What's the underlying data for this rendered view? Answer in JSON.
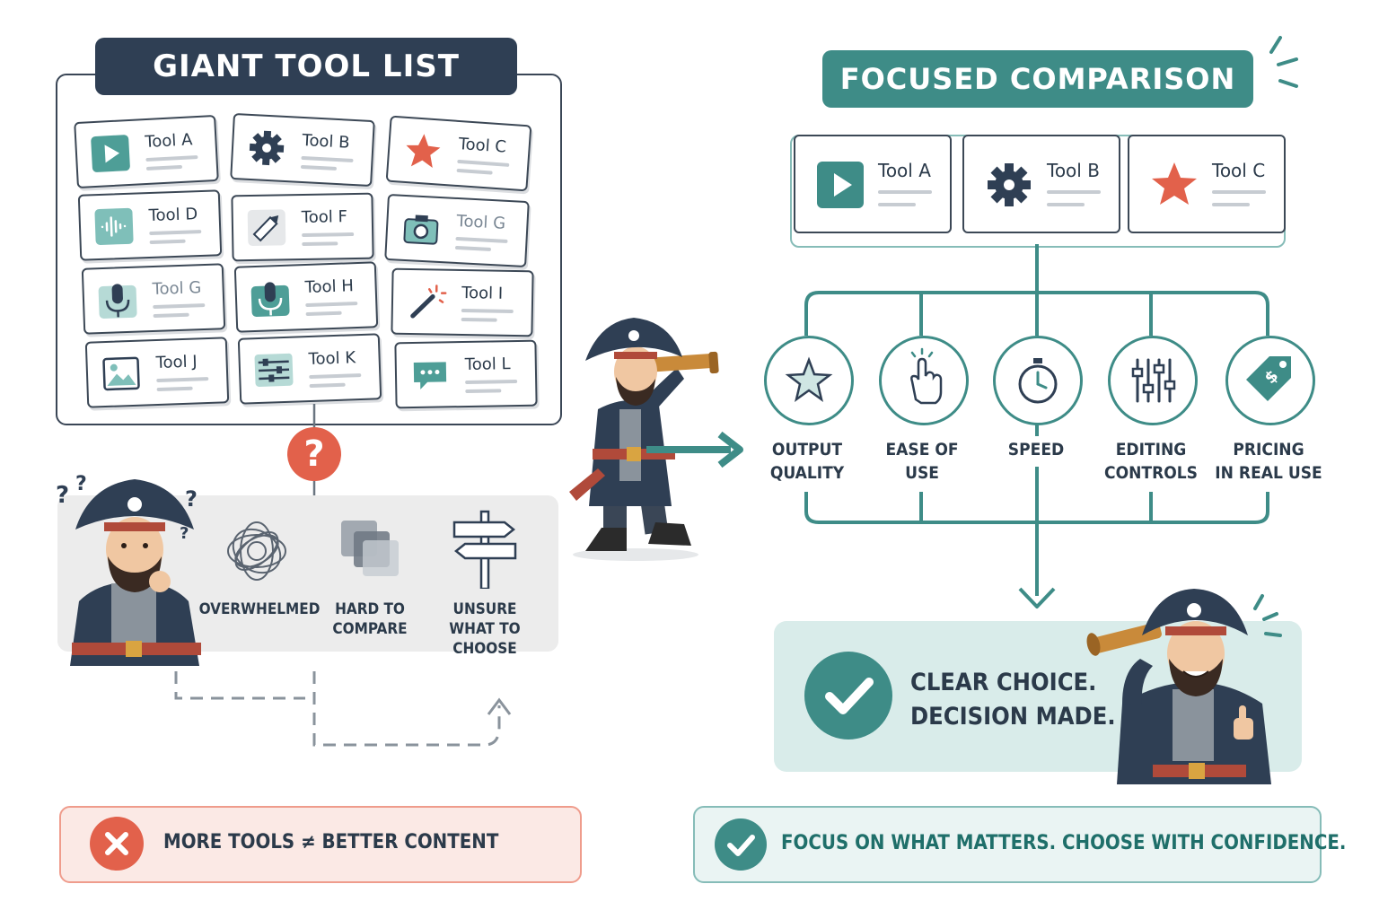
{
  "left": {
    "title": "GIANT TOOL LIST",
    "tools": [
      {
        "label": "Tool A",
        "icon": "play-icon"
      },
      {
        "label": "Tool B",
        "icon": "gear-icon"
      },
      {
        "label": "Tool C",
        "icon": "star-icon"
      },
      {
        "label": "Tool D",
        "icon": "audio-wave-icon"
      },
      {
        "label": "Tool F",
        "icon": "pencil-icon"
      },
      {
        "label": "Tool G",
        "icon": "camera-icon"
      },
      {
        "label": "Tool G",
        "icon": "microphone-icon"
      },
      {
        "label": "Tool H",
        "icon": "microphone-icon"
      },
      {
        "label": "Tool I",
        "icon": "magic-wand-icon"
      },
      {
        "label": "Tool J",
        "icon": "image-icon"
      },
      {
        "label": "Tool K",
        "icon": "sliders-icon"
      },
      {
        "label": "Tool L",
        "icon": "chat-bubble-icon"
      }
    ],
    "question_mark": "?",
    "confusion": [
      {
        "label": "OVERWHELMED",
        "icon": "tangle-icon"
      },
      {
        "label": "HARD TO\nCOMPARE",
        "icon": "overlapping-squares-icon"
      },
      {
        "label": "UNSURE\nWHAT TO CHOOSE",
        "icon": "signpost-icon"
      }
    ],
    "banner": "MORE TOOLS ≠ BETTER CONTENT"
  },
  "right": {
    "title": "FOCUSED COMPARISON",
    "tools": [
      {
        "label": "Tool A",
        "icon": "play-icon"
      },
      {
        "label": "Tool B",
        "icon": "gear-icon"
      },
      {
        "label": "Tool C",
        "icon": "star-icon"
      }
    ],
    "criteria": [
      {
        "label": "OUTPUT\nQUALITY",
        "icon": "star-outline-icon"
      },
      {
        "label": "EASE OF\nUSE",
        "icon": "pointer-hand-icon"
      },
      {
        "label": "SPEED",
        "icon": "stopwatch-icon"
      },
      {
        "label": "EDITING\nCONTROLS",
        "icon": "sliders-icon"
      },
      {
        "label": "PRICING\nIN REAL USE",
        "icon": "price-tag-icon"
      }
    ],
    "decision": {
      "line1": "CLEAR CHOICE.",
      "line2": "DECISION MADE."
    },
    "banner": "FOCUS ON WHAT MATTERS. CHOOSE WITH CONFIDENCE."
  },
  "colors": {
    "navy": "#2f3f54",
    "teal": "#3e8c87",
    "coral": "#e2614b",
    "tool_teal": "#4e9e97"
  }
}
